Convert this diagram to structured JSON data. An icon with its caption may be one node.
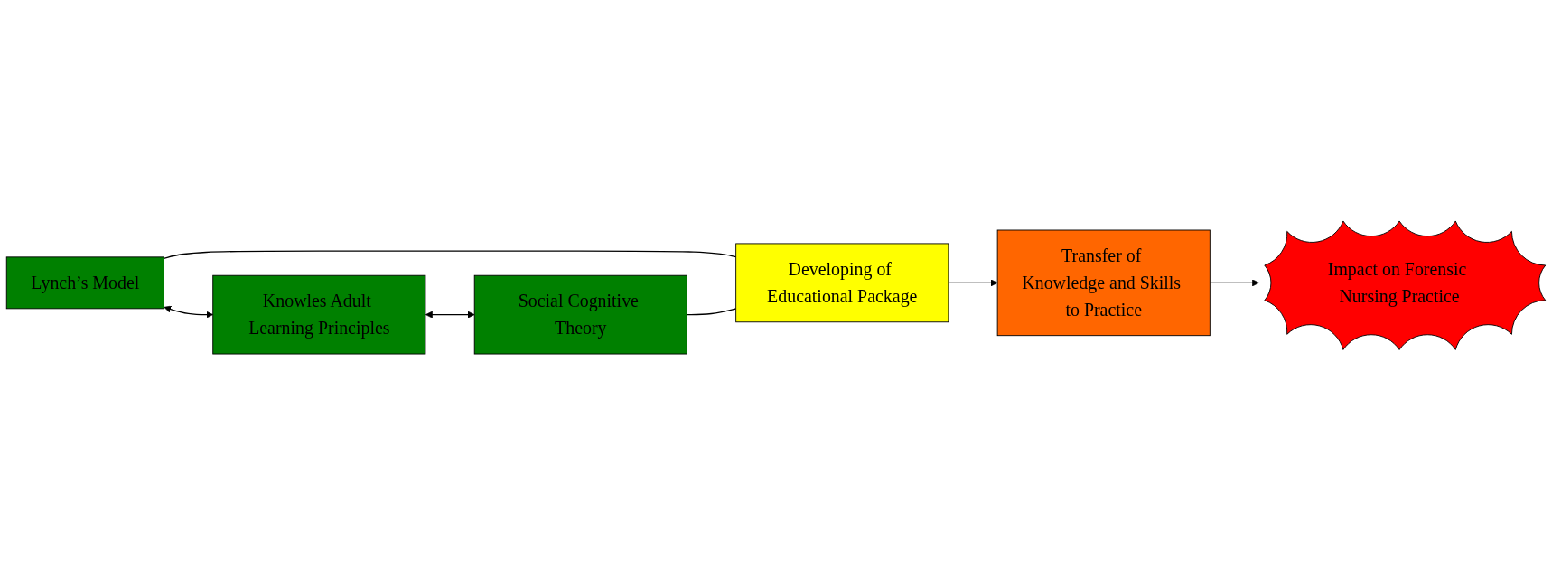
{
  "diagram": {
    "nodes": [
      {
        "text": [
          "Lynch’s Model"
        ]
      },
      {
        "text": [
          "Knowles Adult Learning Principles"
        ]
      },
      {
        "text": [
          "Social Cognitive Theory"
        ]
      },
      {
        "text": [
          "Developing of Educational Package"
        ]
      },
      {
        "text": [
          "Transfer of Knowledge and Skills to Practice"
        ]
      },
      {
        "text": [
          "Impact on Forensic Nursing Practice"
        ]
      }
    ],
    "edges": [
      {
        "from": 0,
        "to": 1,
        "arrow": "both"
      },
      {
        "from": 1,
        "to": 2,
        "arrow": "both"
      },
      {
        "from": 0,
        "to": 3,
        "arrow": "none"
      },
      {
        "from": 2,
        "to": 3,
        "arrow": "none"
      },
      {
        "from": 3,
        "to": 4,
        "arrow": "to"
      },
      {
        "from": 4,
        "to": 5,
        "arrow": "to"
      }
    ]
  }
}
